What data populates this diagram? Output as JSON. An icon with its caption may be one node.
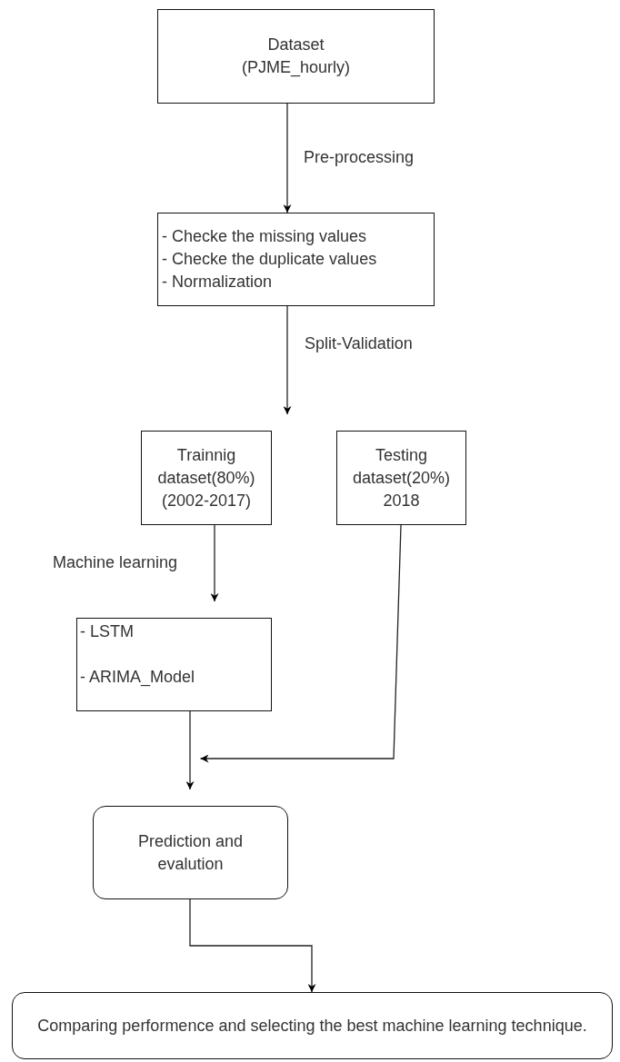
{
  "diagram": {
    "nodes": [
      {
        "text": [
          "Dataset",
          "(PJME_hourly)"
        ]
      },
      {
        "text": [
          "- Checke the missing values",
          "- Checke the duplicate values",
          "- Normalization"
        ]
      },
      {
        "text": [
          "Trainnig dataset(80%) (2002-2017)"
        ]
      },
      {
        "text": [
          "Testing dataset(20%) 2018"
        ]
      },
      {
        "text": [
          "- LSTM",
          "- ARIMA_Model"
        ]
      },
      {
        "text": [
          "Prediction  and evalution"
        ]
      },
      {
        "text": [
          "Comparing performence and selecting the best machine learning technique."
        ]
      }
    ],
    "edges": [
      {
        "from": 0,
        "to": 1,
        "arrow": "to",
        "label": "Pre-processing"
      },
      {
        "from": 1,
        "to": 2,
        "arrow": "to",
        "label": "Split-Validation"
      },
      {
        "from": 2,
        "to": 4,
        "arrow": "to",
        "label": "Machine learning"
      },
      {
        "from": 4,
        "to": 5,
        "arrow": "to"
      },
      {
        "from": 3,
        "to": 5,
        "arrow": "to"
      },
      {
        "from": 5,
        "to": 6,
        "arrow": "to"
      }
    ]
  }
}
